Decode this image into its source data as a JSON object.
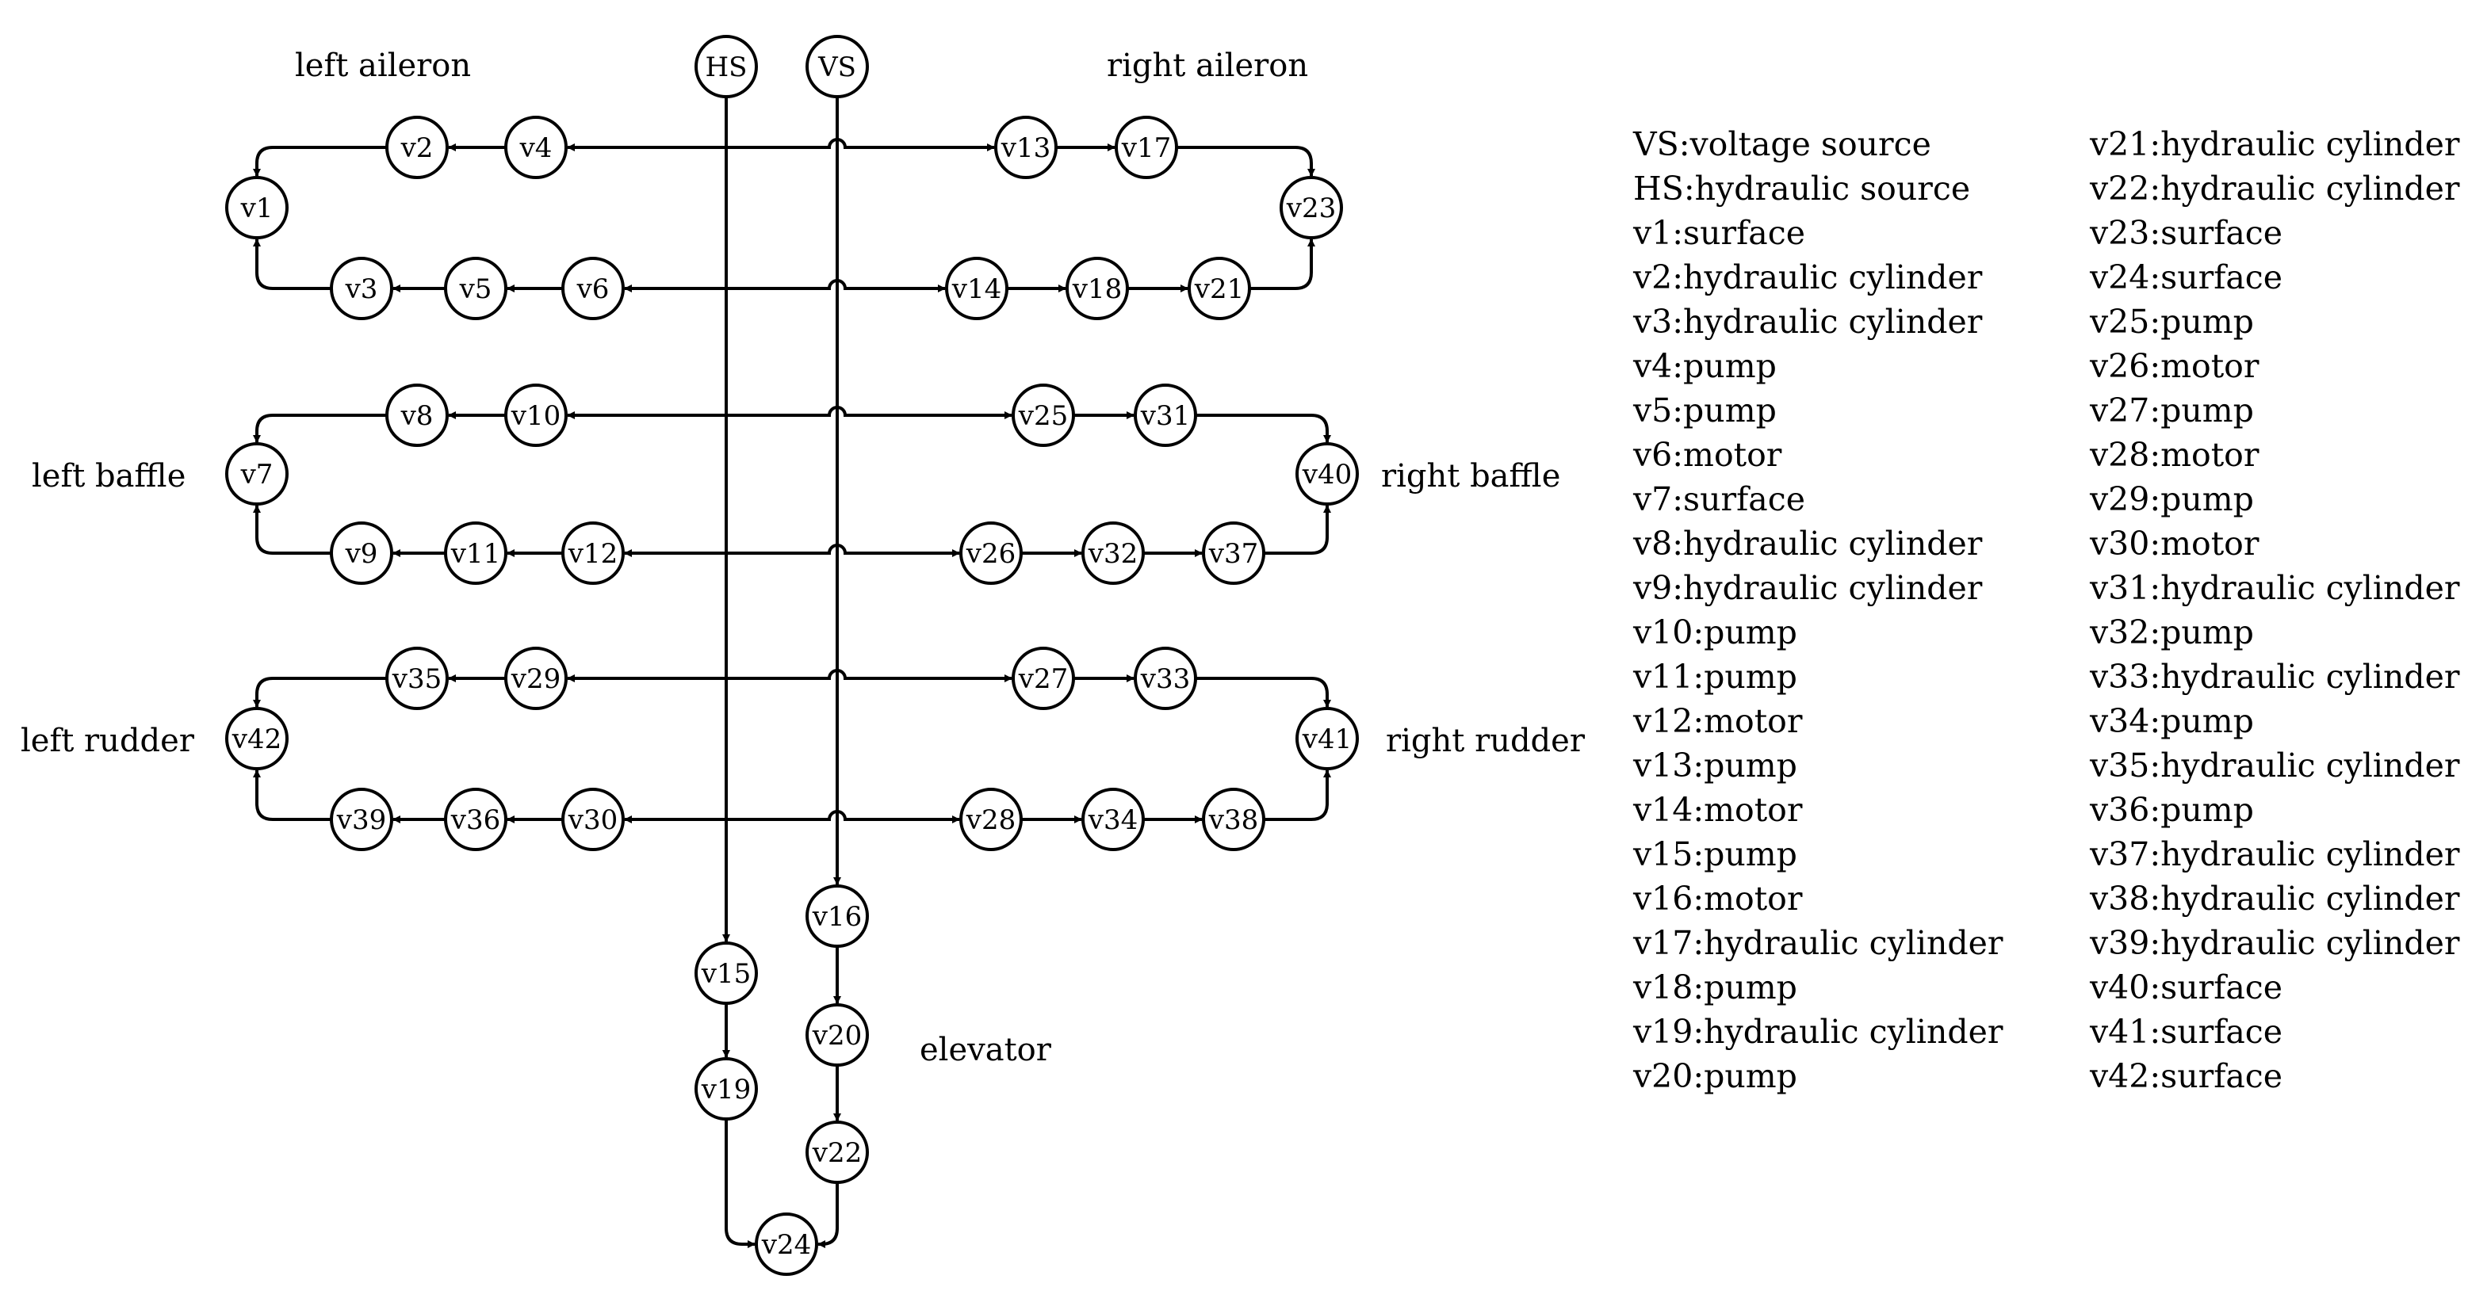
{
  "regions": {
    "left_aileron": "left aileron",
    "right_aileron": "right aileron",
    "left_baffle": "left baffle",
    "right_baffle": "right baffle",
    "left_rudder": "left rudder",
    "right_rudder": "right rudder",
    "elevator": "elevator"
  },
  "nodes": {
    "HS": "HS",
    "VS": "VS",
    "v1": "v1",
    "v2": "v2",
    "v3": "v3",
    "v4": "v4",
    "v5": "v5",
    "v6": "v6",
    "v7": "v7",
    "v8": "v8",
    "v9": "v9",
    "v10": "v10",
    "v11": "v11",
    "v12": "v12",
    "v13": "v13",
    "v14": "v14",
    "v15": "v15",
    "v16": "v16",
    "v17": "v17",
    "v18": "v18",
    "v19": "v19",
    "v20": "v20",
    "v21": "v21",
    "v22": "v22",
    "v23": "v23",
    "v24": "v24",
    "v25": "v25",
    "v26": "v26",
    "v27": "v27",
    "v28": "v28",
    "v29": "v29",
    "v30": "v30",
    "v31": "v31",
    "v32": "v32",
    "v33": "v33",
    "v34": "v34",
    "v35": "v35",
    "v36": "v36",
    "v37": "v37",
    "v38": "v38",
    "v39": "v39",
    "v40": "v40",
    "v41": "v41",
    "v42": "v42"
  },
  "legend": {
    "col1": [
      "VS:voltage source",
      "HS:hydraulic  source",
      "v1:surface",
      "v2:hydraulic cylinder",
      "v3:hydraulic cylinder",
      "v4:pump",
      "v5:pump",
      "v6:motor",
      "v7:surface",
      "v8:hydraulic cylinder",
      "v9:hydraulic cylinder",
      "v10:pump",
      "v11:pump",
      "v12:motor",
      "v13:pump",
      "v14:motor",
      "v15:pump",
      "v16:motor",
      "v17:hydraulic cylinder",
      "v18:pump",
      "v19:hydraulic cylinder",
      "v20:pump"
    ],
    "col2": [
      "v21:hydraulic cylinder",
      "v22:hydraulic cylinder",
      "v23:surface",
      "v24:surface",
      "v25:pump",
      "v26:motor",
      "v27:pump",
      "v28:motor",
      "v29:pump",
      "v30:motor",
      "v31:hydraulic cylinder",
      "v32:pump",
      "v33:hydraulic cylinder",
      "v34:pump",
      "v35:hydraulic cylinder",
      "v36:pump",
      "v37:hydraulic cylinder",
      "v38:hydraulic cylinder",
      "v39:hydraulic cylinder",
      "v40:surface",
      "v41:surface",
      "v42:surface"
    ]
  }
}
